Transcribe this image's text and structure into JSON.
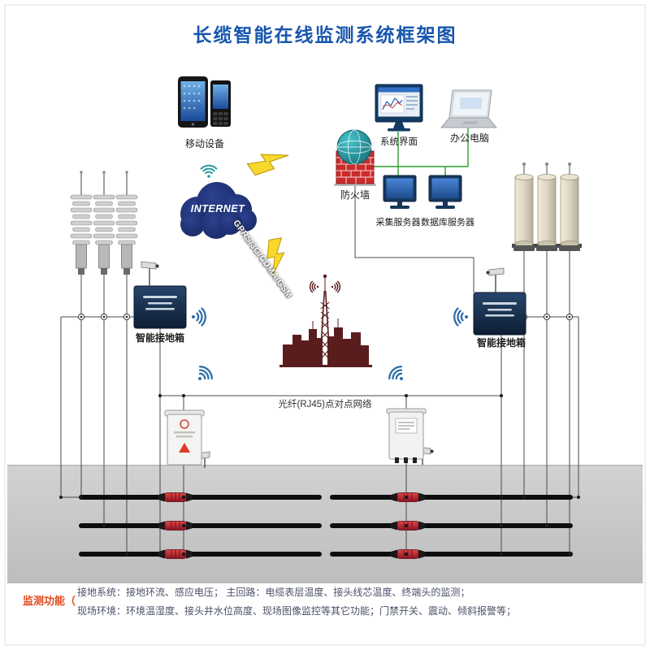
{
  "title": "长缆智能在线监测系统框架图",
  "labels": {
    "mobile": "移动设备",
    "internet": "INTERNET",
    "gprs": "GPRS/3G/CDMA/GSM",
    "firewall": "防火墙",
    "system_ui": "系统界面",
    "office_pc": "办公电脑",
    "collect_server": "采集服务器",
    "db_server": "数据库服务器",
    "left_ground_box": "智能接地箱",
    "right_ground_box": "智能接地箱",
    "fiber_link": "光纤(RJ45)点对点网络"
  },
  "footer": {
    "heading": "监测功能（",
    "line1": "接地系统：接地环流、感应电压；  主回路：电缆表层温度、接头线芯温度、终端头的监测；",
    "line2": "现场环境：环境温湿度、接头井水位高度、现场图像监控等其它功能；门禁开关、震动、倾斜报警等；"
  },
  "icons": {
    "top_signal": "wifi-icon",
    "cloud": "internet-cloud-icon",
    "bolts": "lightning-icon",
    "globe_wall": "firewall-icon",
    "cameras": "cctv-camera-icon",
    "tower": "signal-tower-icon"
  },
  "colors": {
    "title_blue": "#1756ae",
    "cloud_navy": "#1c2f6e",
    "tower_maroon": "#5a1d1d",
    "wifi_blue": "#2e6da8",
    "link_green": "#2f9e2f",
    "firewall_red": "#cc2b2b",
    "joint_red": "#b51c28",
    "footer_red": "#e2491f"
  }
}
